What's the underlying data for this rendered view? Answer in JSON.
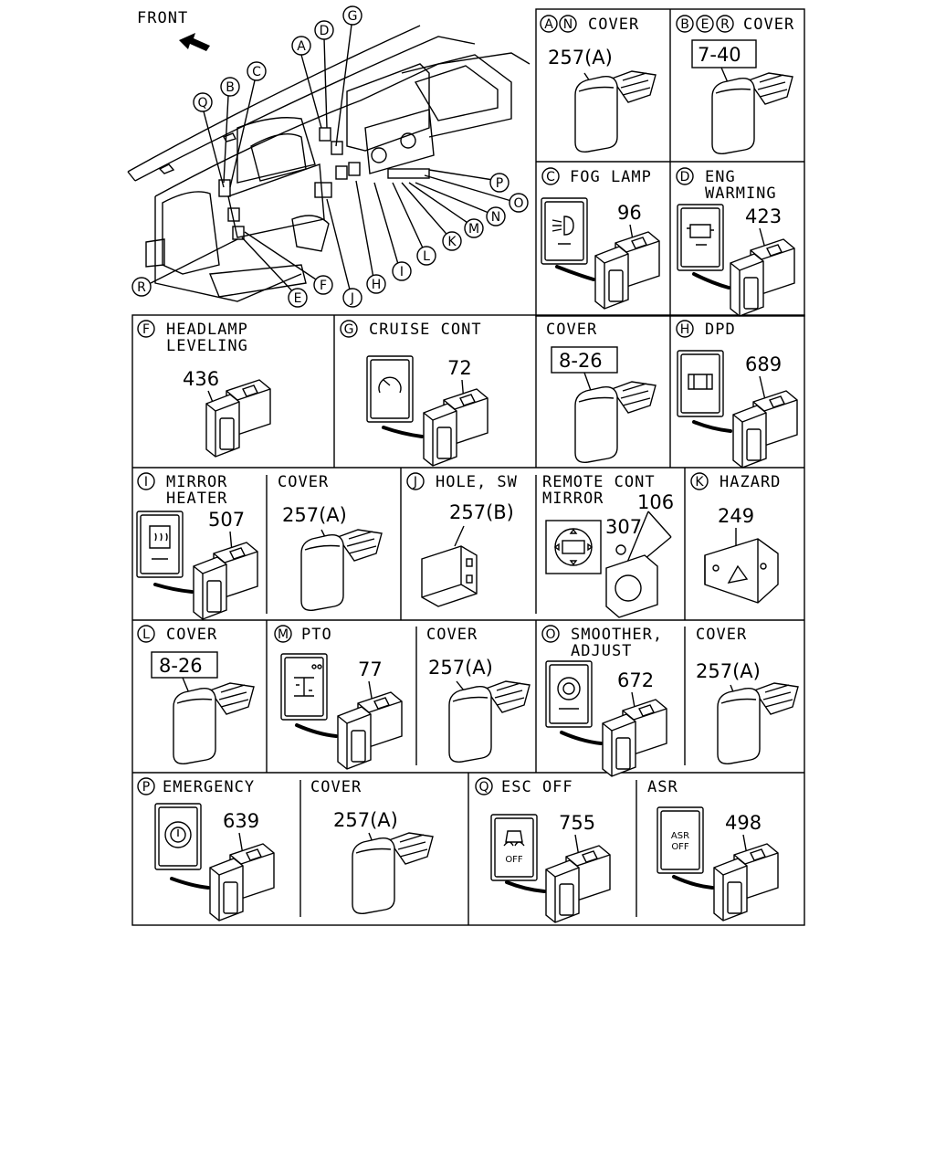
{
  "front_label": "FRONT",
  "overview_callouts": [
    "A",
    "B",
    "C",
    "D",
    "E",
    "F",
    "G",
    "H",
    "I",
    "J",
    "K",
    "L",
    "M",
    "N",
    "O",
    "P",
    "Q",
    "R"
  ],
  "panels": {
    "an_cover": {
      "letters": [
        "A",
        "N"
      ],
      "title": "COVER",
      "part": "257(A)",
      "icon": "cover-icon"
    },
    "ber_cover": {
      "letters": [
        "B",
        "E",
        "R"
      ],
      "title": "COVER",
      "ref": "7-40",
      "icon": "cover-icon"
    },
    "c_fog": {
      "letters": [
        "C"
      ],
      "title": "FOG LAMP",
      "part": "96",
      "icon": "fog-lamp-icon"
    },
    "d_eng": {
      "letters": [
        "D"
      ],
      "title_lines": [
        "ENG",
        "WARMING"
      ],
      "part": "423",
      "icon": "engine-warming-icon"
    },
    "f_headlamp": {
      "letters": [
        "F"
      ],
      "title_lines": [
        "HEADLAMP",
        "LEVELING"
      ],
      "part": "436",
      "icon": "headlamp-leveling-icon"
    },
    "g_cruise": {
      "letters": [
        "G"
      ],
      "title": "CRUISE CONT",
      "part": "72",
      "icon": "cruise-control-icon"
    },
    "g_cover": {
      "title": "COVER",
      "ref": "8-26",
      "icon": "cover-icon"
    },
    "h_dpd": {
      "letters": [
        "H"
      ],
      "title": "DPD",
      "part": "689",
      "icon": "dpd-icon"
    },
    "i_mirror": {
      "letters": [
        "I"
      ],
      "title_lines": [
        "MIRROR",
        "HEATER"
      ],
      "part": "507",
      "icon": "mirror-heater-icon"
    },
    "i_cover": {
      "title": "COVER",
      "part": "257(A)",
      "icon": "cover-icon"
    },
    "j_hole": {
      "letters": [
        "J"
      ],
      "title": "HOLE, SW",
      "part": "257(B)",
      "icon": "hole-switch-icon"
    },
    "remote_mirror": {
      "title_lines": [
        "REMOTE CONT",
        "MIRROR"
      ],
      "part": "106",
      "part2": "307",
      "icon": "remote-mirror-icon"
    },
    "k_hazard": {
      "letters": [
        "K"
      ],
      "title": "HAZARD",
      "part": "249",
      "icon": "hazard-icon"
    },
    "l_cover": {
      "letters": [
        "L"
      ],
      "title": "COVER",
      "ref": "8-26",
      "icon": "cover-icon"
    },
    "m_pto": {
      "letters": [
        "M"
      ],
      "title": "PTO",
      "part": "77",
      "icon": "pto-icon"
    },
    "m_cover": {
      "title": "COVER",
      "part": "257(A)",
      "icon": "cover-icon"
    },
    "o_smoother": {
      "letters": [
        "O"
      ],
      "title_lines": [
        "SMOOTHER,",
        "ADJUST"
      ],
      "part": "672",
      "icon": "smoother-icon"
    },
    "o_cover": {
      "title": "COVER",
      "part": "257(A)",
      "icon": "cover-icon"
    },
    "p_emergency": {
      "letters": [
        "P"
      ],
      "title": "EMERGENCY",
      "part": "639",
      "icon": "emergency-icon"
    },
    "p_cover": {
      "title": "COVER",
      "part": "257(A)",
      "icon": "cover-icon"
    },
    "q_esc": {
      "letters": [
        "Q"
      ],
      "title": "ESC OFF",
      "part": "755",
      "icon": "esc-off-icon",
      "icon_text": "OFF"
    },
    "asr": {
      "title": "ASR",
      "part": "498",
      "icon": "asr-off-icon",
      "icon_text_lines": [
        "ASR",
        "OFF"
      ]
    }
  }
}
